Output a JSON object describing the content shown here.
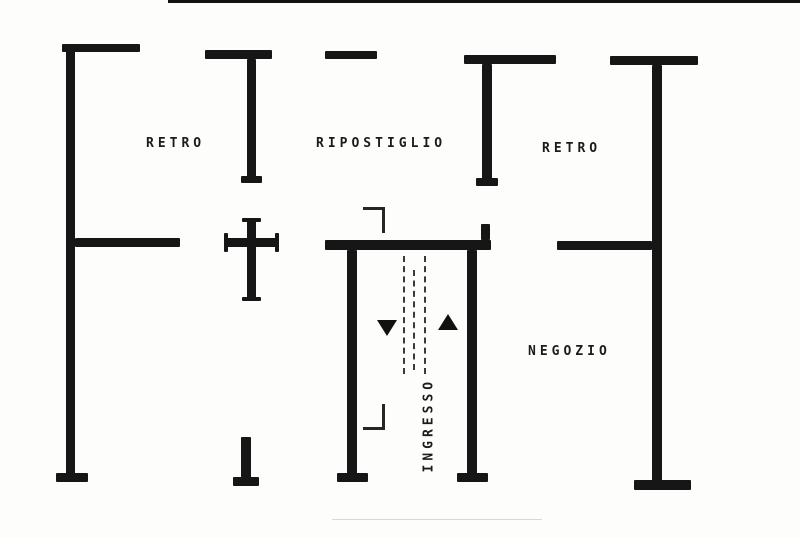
{
  "plan": {
    "type": "floor-plan",
    "rooms": {
      "retro_left": {
        "label": "RETRO"
      },
      "ripostiglio": {
        "label": "RIPOSTIGLIO"
      },
      "retro_right": {
        "label": "RETRO"
      },
      "negozio": {
        "label": "NEGOZIO"
      },
      "ingresso": {
        "label": "INGRESSO"
      }
    },
    "icons": {
      "stair_down": "stair-arrow-down",
      "stair_up": "stair-arrow-up"
    },
    "colors": {
      "wall": "#161616",
      "text": "#1b1b1b",
      "background": "#fdfdfc"
    }
  }
}
